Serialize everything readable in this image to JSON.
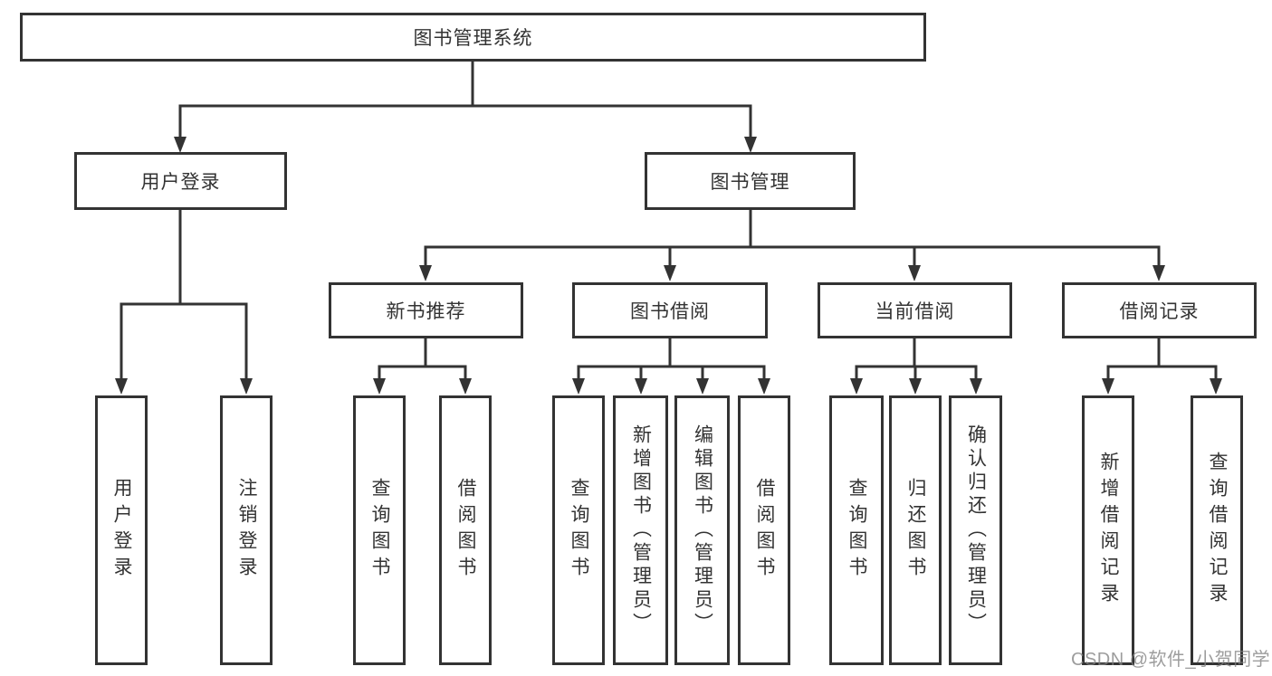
{
  "diagram": {
    "root": {
      "label": "图书管理系统",
      "children": [
        {
          "label": "用户登录",
          "children": [
            {
              "label": "用户登录"
            },
            {
              "label": "注销登录"
            }
          ]
        },
        {
          "label": "图书管理",
          "children": [
            {
              "label": "新书推荐",
              "children": [
                {
                  "label": "查询图书"
                },
                {
                  "label": "借阅图书"
                }
              ]
            },
            {
              "label": "图书借阅",
              "children": [
                {
                  "label": "查询图书"
                },
                {
                  "label": "新增图书（管理员）"
                },
                {
                  "label": "编辑图书（管理员）"
                },
                {
                  "label": "借阅图书"
                }
              ]
            },
            {
              "label": "当前借阅",
              "children": [
                {
                  "label": "查询图书"
                },
                {
                  "label": "归还图书"
                },
                {
                  "label": "确认归还（管理员）"
                }
              ]
            },
            {
              "label": "借阅记录",
              "children": [
                {
                  "label": "新增借阅记录"
                },
                {
                  "label": "查询借阅记录"
                }
              ]
            }
          ]
        }
      ]
    },
    "watermark": "CSDN @软件_小贺同学",
    "colors": {
      "line": "#333333",
      "text": "#333333",
      "background": "#ffffff",
      "watermark_text": "#828282"
    }
  }
}
